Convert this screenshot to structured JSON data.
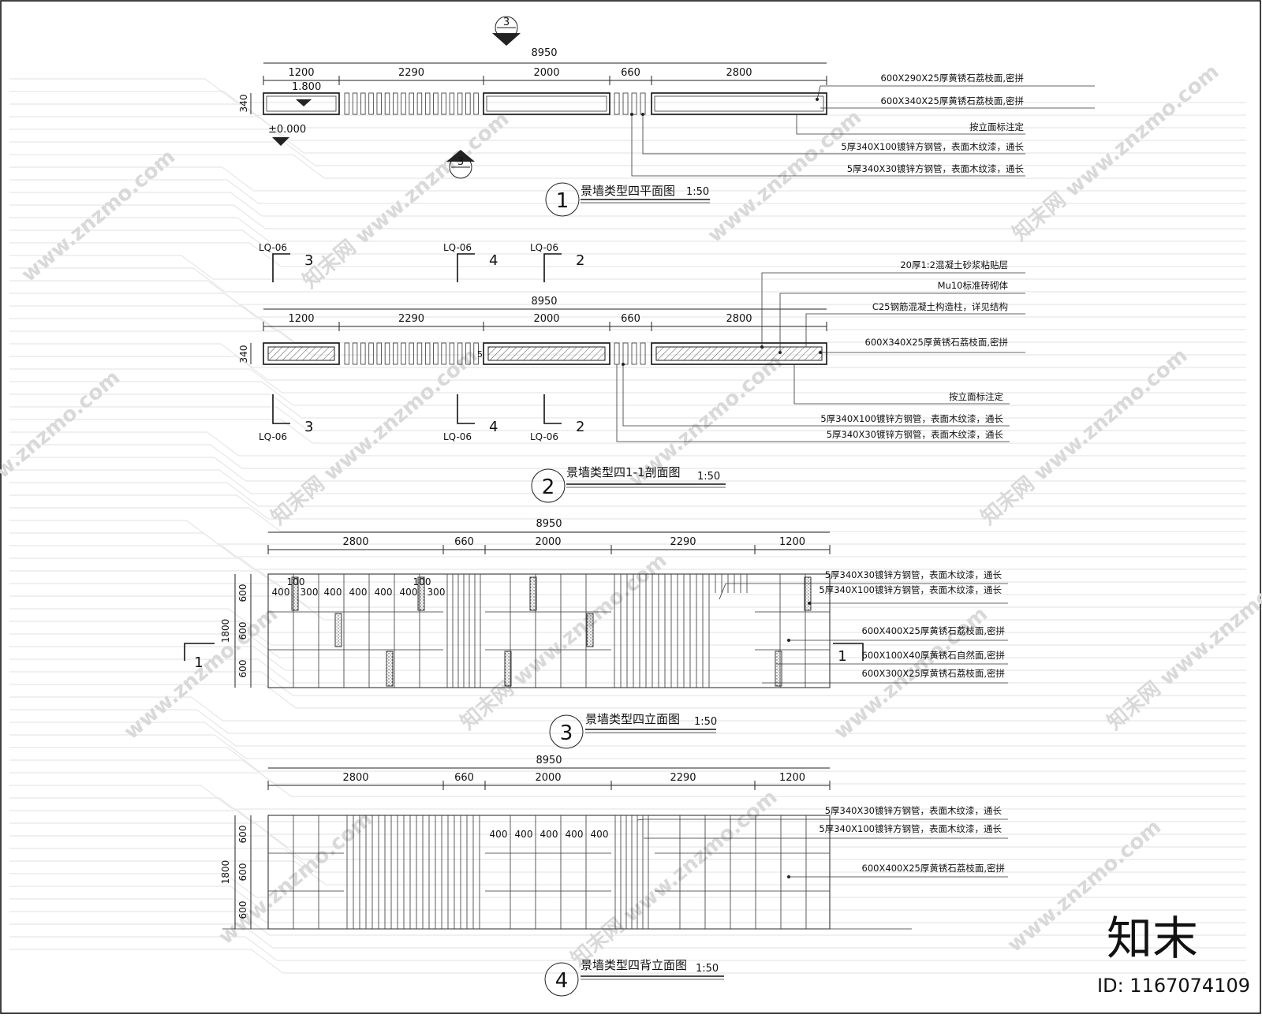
{
  "watermark": {
    "site": "www.znzmo.com",
    "brand": "知末网",
    "logo_text": "知末",
    "id_text": "ID: 1167074109"
  },
  "section_marks": {
    "top": "3",
    "mid": "3"
  },
  "dims": {
    "total": "8950",
    "seq_a": [
      "1200",
      "2290",
      "2000",
      "660",
      "2800"
    ],
    "seq_b": [
      "2800",
      "660",
      "2000",
      "2290",
      "1200"
    ]
  },
  "plan": {
    "title": "景墙类型四平面图",
    "scale": "1:50",
    "num": "1",
    "depth": "340",
    "elev_top": "1.800",
    "elev_zero": "±0.000",
    "notes": [
      "600X290X25厚黄锈石荔枝面,密拼",
      "600X340X25厚黄锈石荔枝面,密拼",
      "按立面标注定",
      "5厚340X100镀锌方钢管，表面木纹漆，通长",
      "5厚340X30镀锌方钢管，表面木纹漆，通长"
    ]
  },
  "section": {
    "title": "景墙类型四1-1剖面图",
    "scale": "1:50",
    "num": "2",
    "depth": "340",
    "gap": "5",
    "cut_code": "LQ-06",
    "cuts": [
      "3",
      "4",
      "2"
    ],
    "notes": [
      "20厚1:2混凝土砂浆粘贴层",
      "Mu10标准砖砌体",
      "C25钢筋混凝土构造柱，详见结构",
      "600X340X25厚黄锈石荔枝面,密拼",
      "按立面标注定",
      "5厚340X100镀锌方钢管，表面木纹漆，通长",
      "5厚340X30镀锌方钢管，表面木纹漆，通长"
    ]
  },
  "elevation": {
    "title": "景墙类型四立面图",
    "scale": "1:50",
    "num": "3",
    "height": "1800",
    "rows": [
      "600",
      "600",
      "600"
    ],
    "panel_widths": [
      "400",
      "300",
      "400",
      "400",
      "400",
      "400",
      "300"
    ],
    "strip": "100",
    "cut_num": "1",
    "notes": [
      "5厚340X30镀锌方钢管，表面木纹漆，通长",
      "5厚340X100镀锌方钢管，表面木纹漆，通长",
      "600X400X25厚黄锈石荔枝面,密拼",
      "600X100X40厚黄锈石自然面,密拼",
      "600X300X25厚黄锈石荔枝面,密拼"
    ]
  },
  "back": {
    "title": "景墙类型四背立面图",
    "scale": "1:50",
    "num": "4",
    "height": "1800",
    "rows": [
      "600",
      "600",
      "600"
    ],
    "panel_widths": [
      "400",
      "400",
      "400",
      "400",
      "400"
    ],
    "notes": [
      "5厚340X30镀锌方钢管，表面木纹漆，通长",
      "5厚340X100镀锌方钢管，表面木纹漆，通长",
      "600X400X25厚黄锈石荔枝面,密拼"
    ]
  }
}
